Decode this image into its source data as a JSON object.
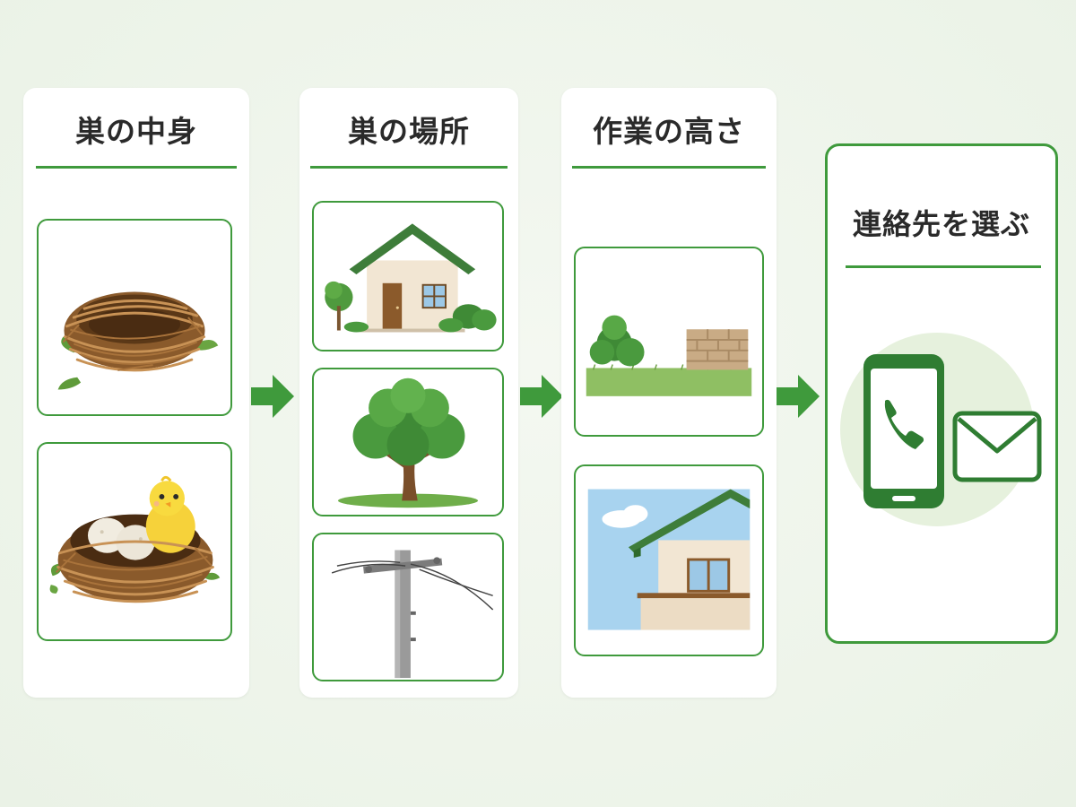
{
  "steps": [
    {
      "title": "巣の中身",
      "cards": [
        {
          "icon": "empty-nest-icon"
        },
        {
          "icon": "nest-with-eggs-and-chick-icon"
        }
      ]
    },
    {
      "title": "巣の場所",
      "cards": [
        {
          "icon": "house-icon"
        },
        {
          "icon": "tree-icon"
        },
        {
          "icon": "utility-pole-icon"
        }
      ]
    },
    {
      "title": "作業の高さ",
      "cards": [
        {
          "icon": "ground-level-wall-icon"
        },
        {
          "icon": "house-roof-eaves-icon"
        }
      ]
    },
    {
      "title": "連絡先を選ぶ",
      "cards": [
        {
          "icon": "smartphone-phone-icon"
        },
        {
          "icon": "mail-envelope-icon"
        }
      ]
    }
  ],
  "arrows": [
    {
      "icon": "right-arrow-icon"
    },
    {
      "icon": "right-arrow-icon"
    },
    {
      "icon": "right-arrow-icon"
    }
  ],
  "colors": {
    "accent": "#3f9a3c",
    "background": "#eef4ea",
    "panel": "#ffffff",
    "title_text": "#2a2a2a"
  }
}
